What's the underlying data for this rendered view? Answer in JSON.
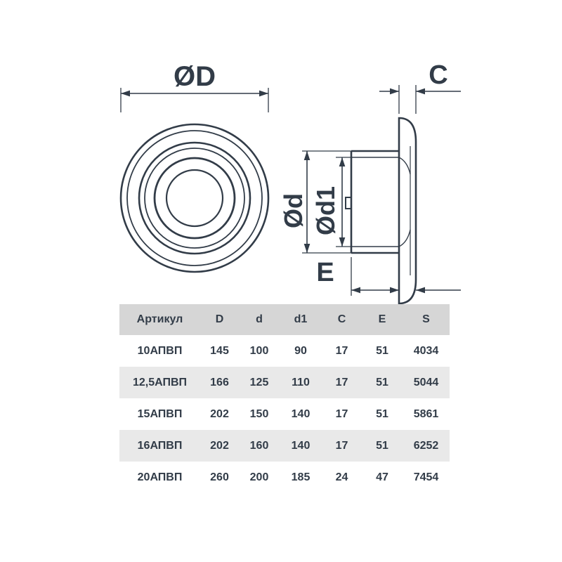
{
  "colors": {
    "text": "#323c48",
    "line": "#323c48",
    "header_bg": "#d6d6d6",
    "row_alt_bg": "#e9e9e9",
    "row_bg": "#ffffff"
  },
  "drawing": {
    "description": "anemostat-diffuser-front-and-side-view",
    "labels": {
      "D": "ØD",
      "d": "Ød",
      "d1": "Ød1",
      "C": "C",
      "E": "E"
    }
  },
  "table": {
    "headers": [
      "Артикул",
      "D",
      "d",
      "d1",
      "C",
      "E",
      "S"
    ],
    "rows": [
      [
        "10АПВП",
        "145",
        "100",
        "90",
        "17",
        "51",
        "4034"
      ],
      [
        "12,5АПВП",
        "166",
        "125",
        "110",
        "17",
        "51",
        "5044"
      ],
      [
        "15АПВП",
        "202",
        "150",
        "140",
        "17",
        "51",
        "5861"
      ],
      [
        "16АПВП",
        "202",
        "160",
        "140",
        "17",
        "51",
        "6252"
      ],
      [
        "20АПВП",
        "260",
        "200",
        "185",
        "24",
        "47",
        "7454"
      ]
    ]
  }
}
